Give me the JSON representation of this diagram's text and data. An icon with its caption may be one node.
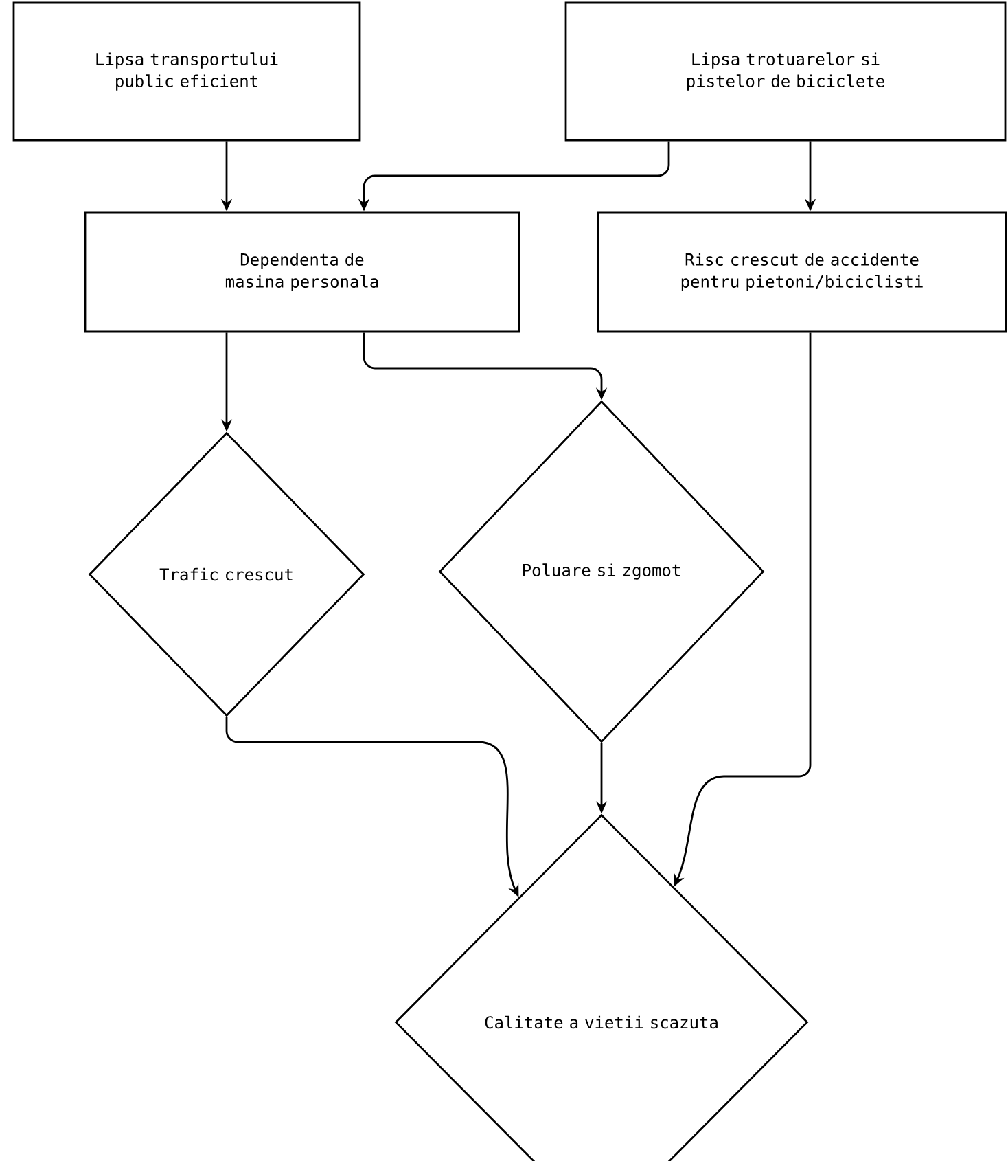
{
  "diagram": {
    "nodes": [
      {
        "text": [
          "Lipsa transportului public eficient"
        ]
      },
      {
        "text": [
          "Lipsa trotuarelor si pistelor de biciclete"
        ]
      },
      {
        "text": [
          "Dependenta de masina personala"
        ]
      },
      {
        "text": [
          "Risc crescut de accidente pentru pietoni/biciclisti"
        ]
      },
      {
        "text": [
          "Trafic crescut"
        ]
      },
      {
        "text": [
          "Poluare si zgomot"
        ]
      },
      {
        "text": [
          "Calitate a vietii scazuta"
        ]
      }
    ],
    "edges": [
      {
        "from": 0,
        "to": 2,
        "arrow": "to"
      },
      {
        "from": 1,
        "to": 2,
        "arrow": "to"
      },
      {
        "from": 1,
        "to": 3,
        "arrow": "to"
      },
      {
        "from": 2,
        "to": 4,
        "arrow": "to"
      },
      {
        "from": 2,
        "to": 5,
        "arrow": "to"
      },
      {
        "from": 4,
        "to": 6,
        "arrow": "to"
      },
      {
        "from": 5,
        "to": 6,
        "arrow": "to"
      },
      {
        "from": 3,
        "to": 6,
        "arrow": "to"
      }
    ]
  }
}
